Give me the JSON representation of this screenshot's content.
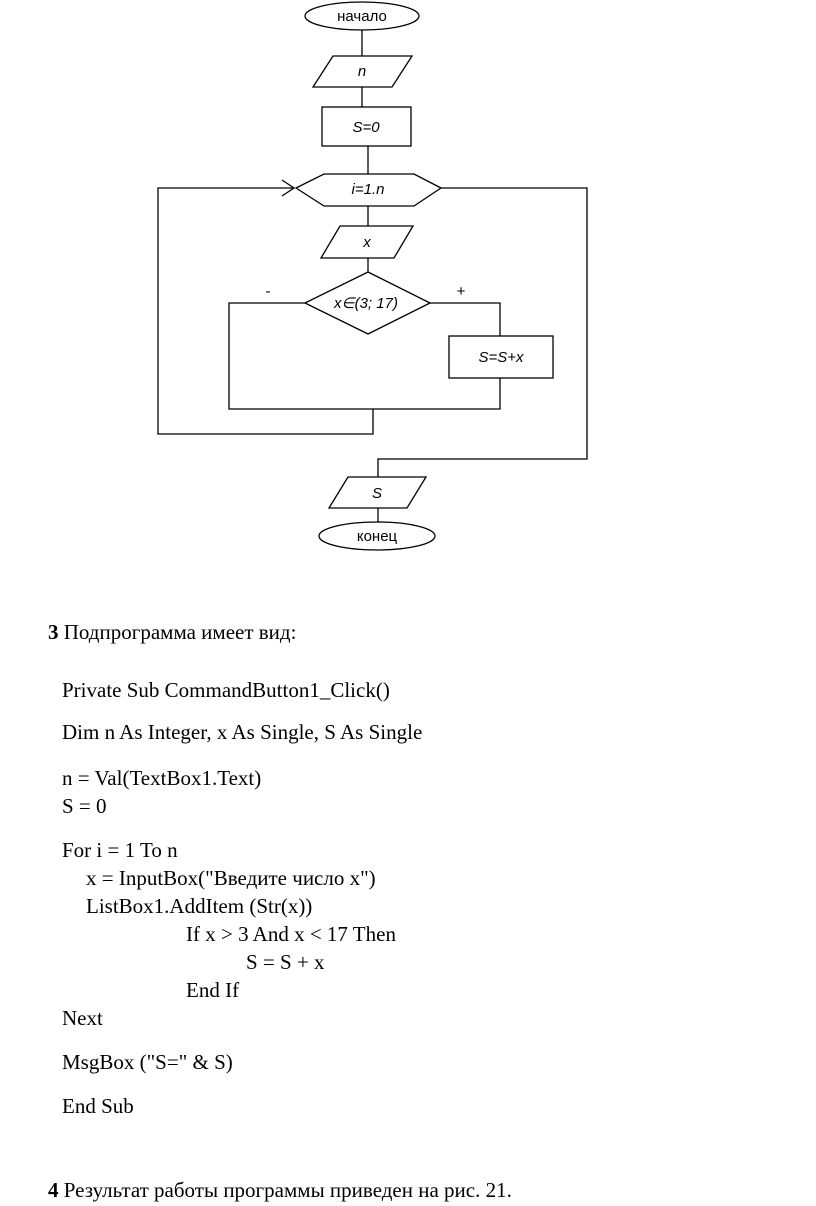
{
  "flowchart": {
    "start": "начало",
    "input_n": "n",
    "init": "S=0",
    "loop": "i=1.n",
    "input_x": "x",
    "condition": "x∈(3; 17)",
    "no_label": "-",
    "yes_label": "+",
    "accumulate": "S=S+x",
    "output": "S",
    "end": "конец"
  },
  "section3": {
    "number": "3",
    "text": "Подпрограмма имеет вид:"
  },
  "code": {
    "l1": "Private Sub CommandButton1_Click()",
    "l2": "Dim n As Integer, x As Single, S As Single",
    "l3": "n = Val(TextBox1.Text)",
    "l4": "S = 0",
    "l5": "For i = 1 To n",
    "l6": "x = InputBox(\"Введите число x\")",
    "l7": "ListBox1.AddItem (Str(x))",
    "l8": "If x > 3 And x < 17 Then",
    "l9": "S = S + x",
    "l10": "End If",
    "l11": "Next",
    "l12": "MsgBox (\"S=\" & S)",
    "l13": "End Sub"
  },
  "section4": {
    "number": "4",
    "text": "Результат работы программы приведен на рис. 21."
  }
}
